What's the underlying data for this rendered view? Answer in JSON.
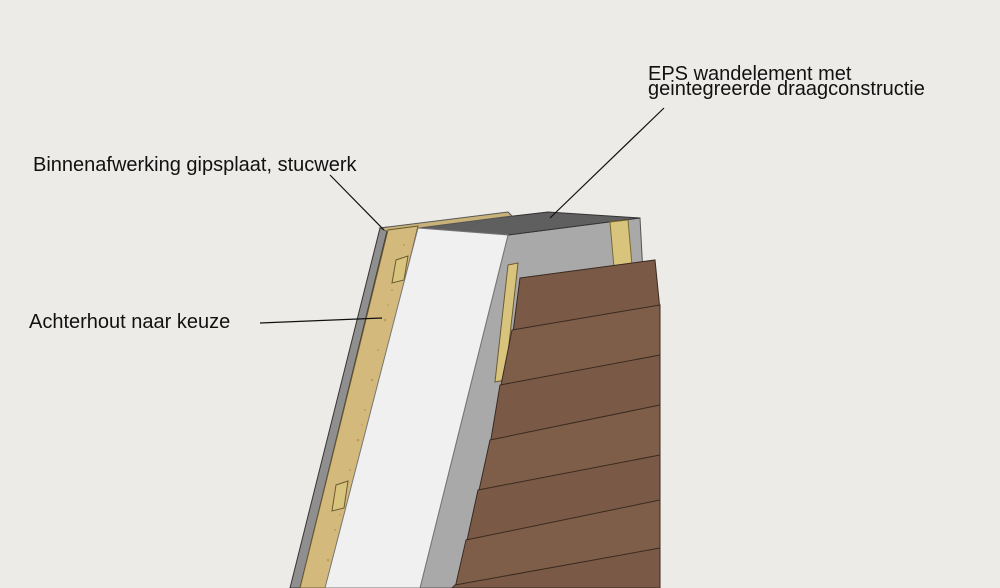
{
  "labels": {
    "binnenafwerking": "Binnenafwerking gipsplaat, stucwerk",
    "achterhout": "Achterhout naar keuze",
    "eps_line1": "EPS wandelement met",
    "eps_line2": "geintegreerde draagconstructie"
  },
  "colors": {
    "background": "#ecebe7",
    "siding": "#7a5a46",
    "osb": "#d4b97c",
    "eps_insulation": "#f0f0f0",
    "frame": "#a9a9a9",
    "battens": "#d9c47e",
    "gypsum": "#8f8f8f"
  }
}
